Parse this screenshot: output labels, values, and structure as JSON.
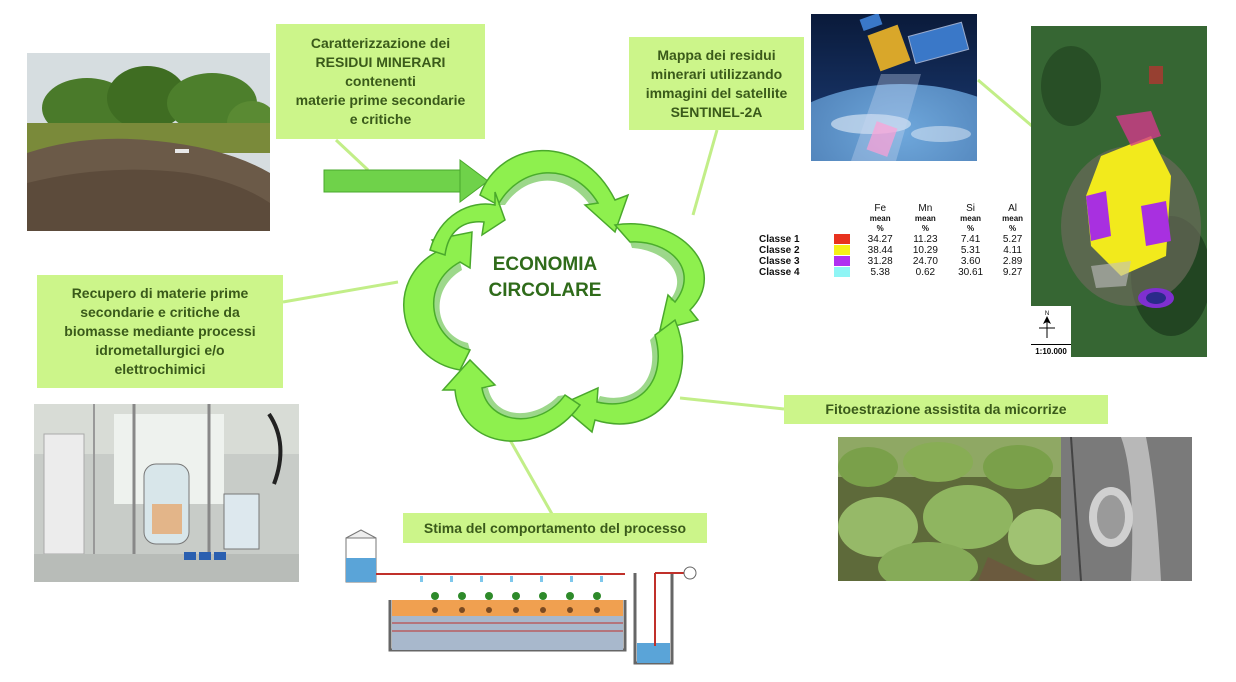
{
  "center": {
    "line1": "ECONOMIA",
    "line2": "CIRCOLARE"
  },
  "boxes": {
    "characterization": {
      "lines": [
        "Caratterizzazione dei",
        "RESIDUI MINERARI",
        "contenenti",
        "materie prime secondarie",
        "e critiche"
      ]
    },
    "mapping": {
      "lines": [
        "Mappa dei residui",
        "minerari utilizzando",
        "immagini del satellite",
        "SENTINEL-2A"
      ]
    },
    "recovery": {
      "lines": [
        "Recupero di materie prime",
        "secondarie e critiche da",
        "biomasse mediante processi",
        "idrometallurgici e/o",
        "elettrochimici"
      ]
    },
    "phyto": {
      "label": "Fitoestrazione assistita da micorrize"
    },
    "process": {
      "label": "Stima del comportamento del processo"
    }
  },
  "table": {
    "elements": [
      "Fe",
      "Mn",
      "Si",
      "Al"
    ],
    "sub1": "mean",
    "sub2": "%",
    "rows": [
      {
        "label": "Classe 1",
        "color": "#e8321e",
        "values": [
          "34.27",
          "11.23",
          "7.41",
          "5.27"
        ]
      },
      {
        "label": "Classe 2",
        "color": "#f5f018",
        "values": [
          "38.44",
          "10.29",
          "5.31",
          "4.11"
        ]
      },
      {
        "label": "Classe 3",
        "color": "#b030f0",
        "values": [
          "31.28",
          "24.70",
          "3.60",
          "2.89"
        ]
      },
      {
        "label": "Classe 4",
        "color": "#8ff5f5",
        "values": [
          "5.38",
          "0.62",
          "30.61",
          "9.27"
        ]
      }
    ]
  },
  "map": {
    "scale": "1:10.000",
    "north": "N"
  },
  "colors": {
    "box": "#ccf58a",
    "arrow_light": "#8ef04e",
    "arrow_dark": "#4cb82c",
    "connector": "#c2ee88"
  }
}
